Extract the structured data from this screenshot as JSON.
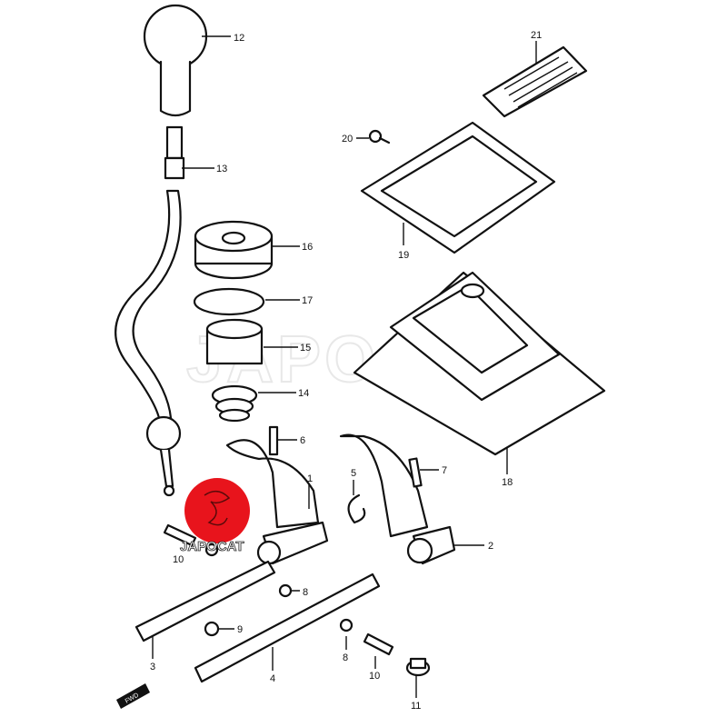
{
  "diagram": {
    "title": "Gear shift lever and shift fork parts diagram",
    "watermark": "JAPOCAT",
    "logo_text": "JAPOCAT",
    "logo_color": "#e8141c",
    "fwd_label": "FWD",
    "callouts": [
      {
        "id": "c12",
        "label": "12"
      },
      {
        "id": "c13",
        "label": "13"
      },
      {
        "id": "c16",
        "label": "16"
      },
      {
        "id": "c17",
        "label": "17"
      },
      {
        "id": "c15",
        "label": "15"
      },
      {
        "id": "c14",
        "label": "14"
      },
      {
        "id": "c6",
        "label": "6"
      },
      {
        "id": "c1",
        "label": "1"
      },
      {
        "id": "c10a",
        "label": "10"
      },
      {
        "id": "c8a",
        "label": "8"
      },
      {
        "id": "c9",
        "label": "9"
      },
      {
        "id": "c3",
        "label": "3"
      },
      {
        "id": "c4",
        "label": "4"
      },
      {
        "id": "c2",
        "label": "2"
      },
      {
        "id": "c5",
        "label": "5"
      },
      {
        "id": "c7",
        "label": "7"
      },
      {
        "id": "c18",
        "label": "18"
      },
      {
        "id": "c19",
        "label": "19"
      },
      {
        "id": "c20",
        "label": "20"
      },
      {
        "id": "c21",
        "label": "21"
      },
      {
        "id": "c8b",
        "label": "8"
      },
      {
        "id": "c10b",
        "label": "10"
      },
      {
        "id": "c11",
        "label": "11"
      }
    ]
  }
}
